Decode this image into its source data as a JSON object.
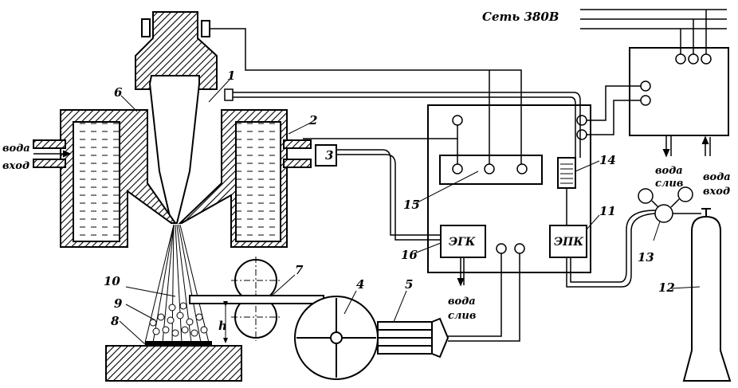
{
  "labels": {
    "network": "Сеть 380В",
    "n1": "1",
    "n2": "2",
    "n3": "3",
    "n4": "4",
    "n5": "5",
    "n6": "6",
    "n7": "7",
    "n8": "8",
    "n9": "9",
    "n10": "10",
    "n11": "11",
    "n12": "12",
    "n13": "13",
    "n14": "14",
    "n15": "15",
    "n16": "16",
    "h": "h",
    "water_in_left_1": "вода",
    "water_in_left_2": "вход",
    "water_out_mid_1": "вода",
    "water_out_mid_2": "слив",
    "water_out_right_1": "вода",
    "water_out_right_2": "слив",
    "water_in_right_1": "вода",
    "water_in_right_2": "вход",
    "egk": "ЭГК",
    "epk": "ЭПК"
  }
}
